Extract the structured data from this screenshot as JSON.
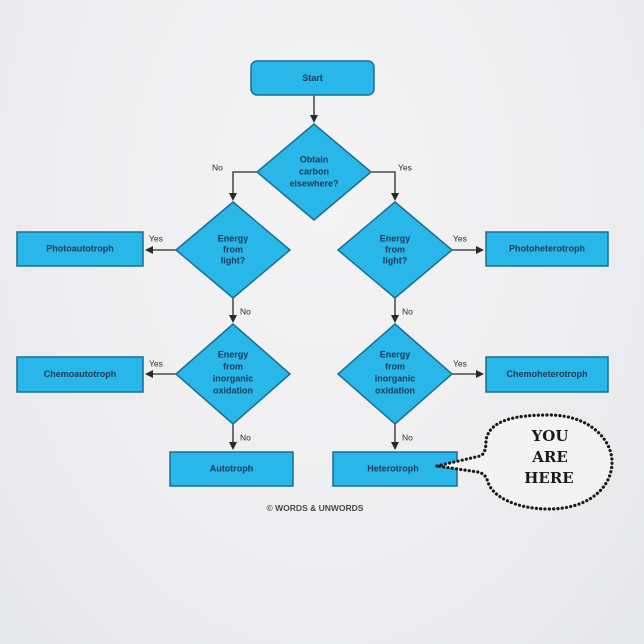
{
  "diagram": {
    "type": "flowchart",
    "colors": {
      "node_fill": "#29b6e8",
      "node_stroke": "#1a6f93",
      "edge": "#2a2a2a",
      "background": "#eeeef0"
    },
    "nodes": {
      "start": {
        "label": "Start",
        "shape": "rounded-rect"
      },
      "q_carbon": {
        "label_lines": [
          "Obtain",
          "carbon",
          "elsewhere?"
        ],
        "shape": "diamond"
      },
      "q_light_left": {
        "label_lines": [
          "Energy",
          "from",
          "light?"
        ],
        "shape": "diamond"
      },
      "q_light_right": {
        "label_lines": [
          "Energy",
          "from",
          "light?"
        ],
        "shape": "diamond"
      },
      "q_oxid_left": {
        "label_lines": [
          "Energy",
          "from",
          "inorganic",
          "oxidation"
        ],
        "shape": "diamond"
      },
      "q_oxid_right": {
        "label_lines": [
          "Energy",
          "from",
          "inorganic",
          "oxidation"
        ],
        "shape": "diamond"
      },
      "photoautotroph": {
        "label": "Photoautotroph",
        "shape": "rect"
      },
      "photoheterotroph": {
        "label": "Photoheterotroph",
        "shape": "rect"
      },
      "chemoautotroph": {
        "label": "Chemoautotroph",
        "shape": "rect"
      },
      "chemoheterotroph": {
        "label": "Chemoheterotroph",
        "shape": "rect"
      },
      "autotroph": {
        "label": "Autotroph",
        "shape": "rect"
      },
      "heterotroph": {
        "label": "Heterotroph",
        "shape": "rect"
      }
    },
    "edges": [
      {
        "from": "start",
        "to": "q_carbon",
        "label": ""
      },
      {
        "from": "q_carbon",
        "to": "q_light_left",
        "label": "No"
      },
      {
        "from": "q_carbon",
        "to": "q_light_right",
        "label": "Yes"
      },
      {
        "from": "q_light_left",
        "to": "photoautotroph",
        "label": "Yes"
      },
      {
        "from": "q_light_left",
        "to": "q_oxid_left",
        "label": "No"
      },
      {
        "from": "q_light_right",
        "to": "photoheterotroph",
        "label": "Yes"
      },
      {
        "from": "q_light_right",
        "to": "q_oxid_right",
        "label": "No"
      },
      {
        "from": "q_oxid_left",
        "to": "chemoautotroph",
        "label": "Yes"
      },
      {
        "from": "q_oxid_left",
        "to": "autotroph",
        "label": "No"
      },
      {
        "from": "q_oxid_right",
        "to": "chemoheterotroph",
        "label": "Yes"
      },
      {
        "from": "q_oxid_right",
        "to": "heterotroph",
        "label": "No"
      }
    ],
    "edge_labels": {
      "yes": "Yes",
      "no": "No"
    },
    "callout": {
      "lines": [
        "YOU",
        "ARE",
        "HERE"
      ],
      "points_to": "heterotroph",
      "style": "dotted-speech-bubble"
    },
    "copyright": "© WORDS & UNWORDS"
  }
}
